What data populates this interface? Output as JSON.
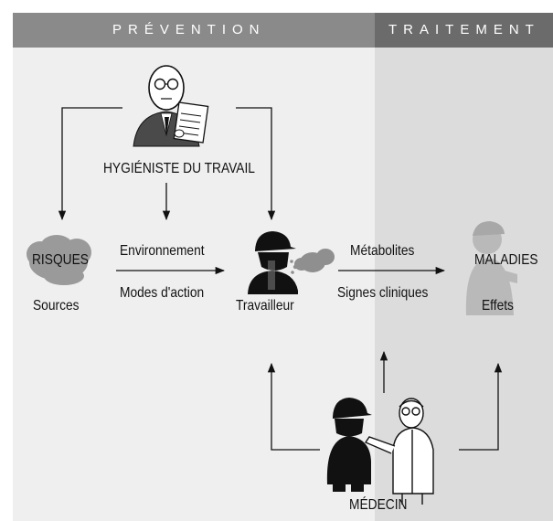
{
  "header": {
    "prevention": "PRÉVENTION",
    "traitement": "TRAITEMENT"
  },
  "nodes": {
    "hygieniste": "HYGIÉNISTE DU TRAVAIL",
    "risques": "RISQUES",
    "sources": "Sources",
    "environnement": "Environnement",
    "modes_action": "Modes d'action",
    "travailleur": "Travailleur",
    "metabolites": "Métabolites",
    "signes_cliniques": "Signes cliniques",
    "maladies": "MALADIES",
    "effets": "Effets",
    "medecin": "MÉDECIN"
  },
  "colors": {
    "prevention_panel": "#efefef",
    "traitement_panel": "#dcdcdc",
    "prevention_band": "#8a8a8a",
    "traitement_band": "#6b6b6b"
  }
}
